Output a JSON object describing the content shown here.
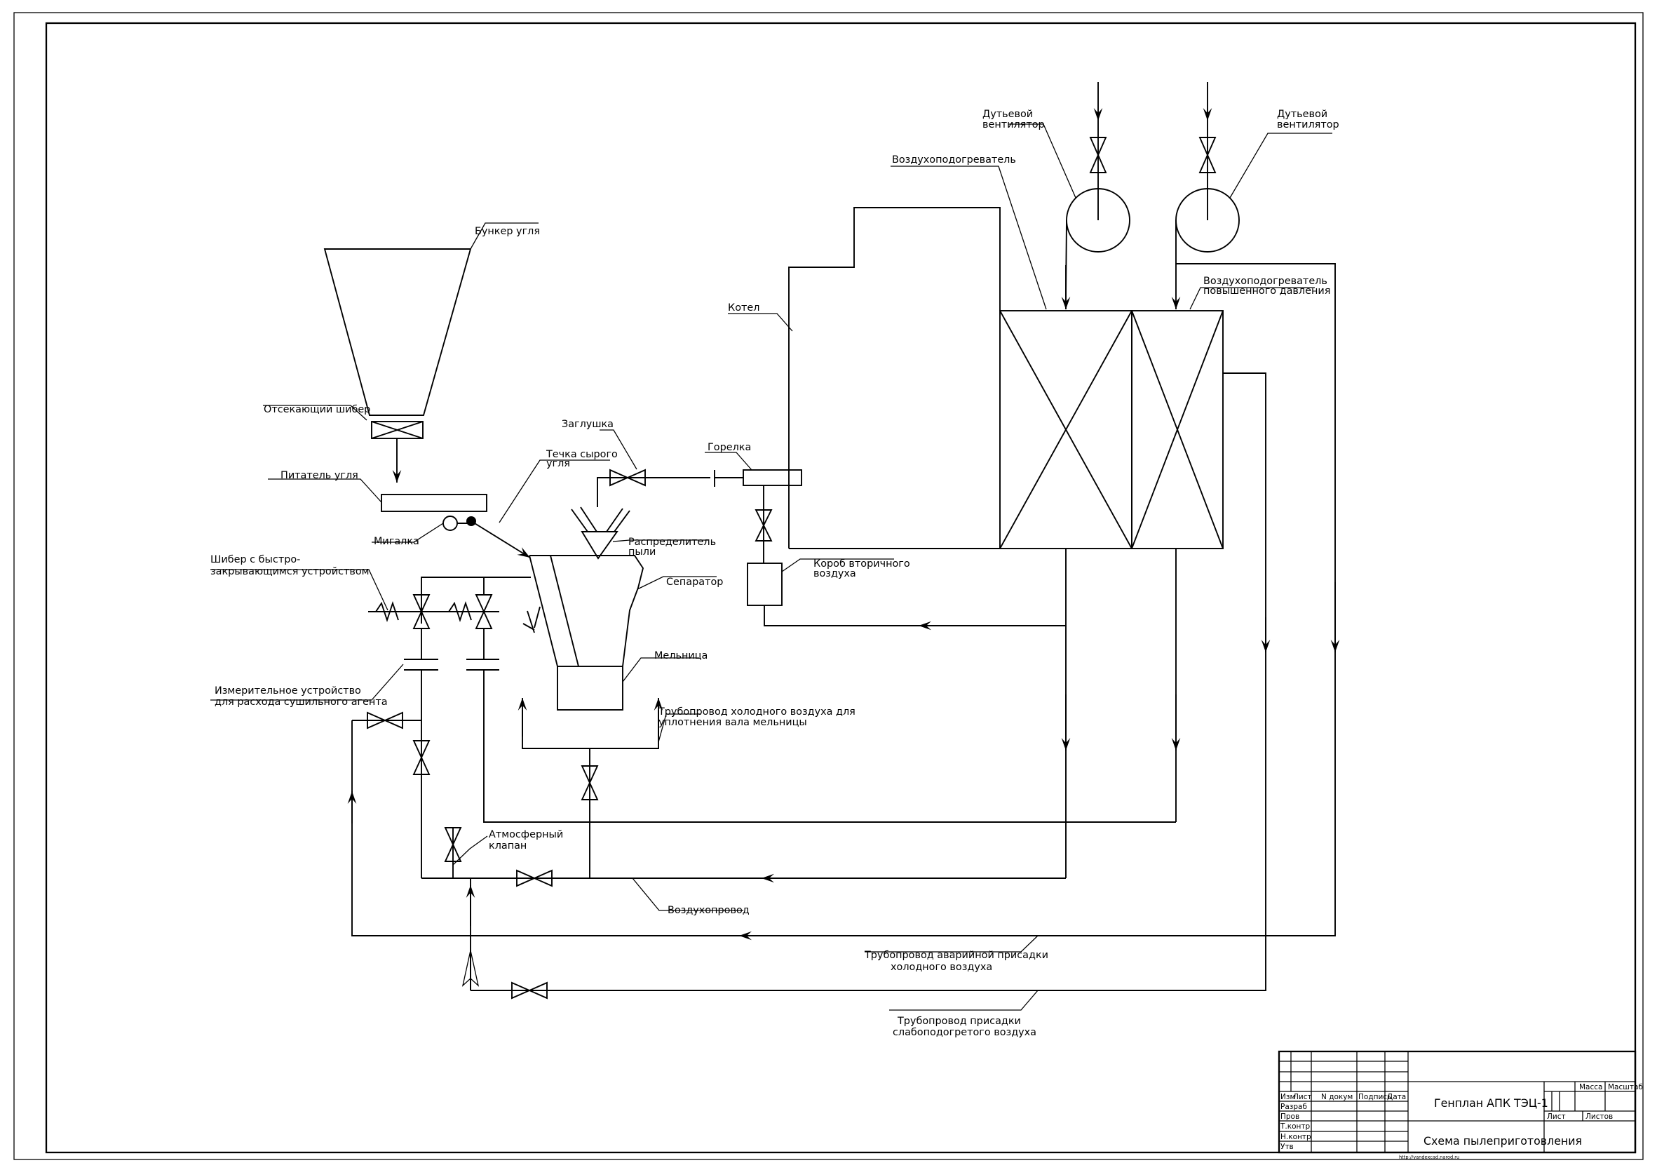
{
  "labels": {
    "coal_bunker": "Бункер угля",
    "cutoff_gate": "Отсекающий шибер",
    "coal_feeder": "Питатель угля",
    "flasher": "Мигалка",
    "fast_close_gate_1": "Шибер с быстро-",
    "fast_close_gate_2": "закрывающимся устройством",
    "raw_coal_chute_1": "Течка сырого",
    "raw_coal_chute_2": "угля",
    "plug": "Заглушка",
    "dust_distributor_1": "Распределитель",
    "dust_distributor_2": "пыли",
    "separator": "Сепаратор",
    "mill": "Мельница",
    "burner": "Горелка",
    "secondary_air_box_1": "Короб вторичного",
    "secondary_air_box_2": "воздуха",
    "boiler": "Котел",
    "air_heater": "Воздухоподогреватель",
    "fan_left_1": "Дутьевой",
    "fan_left_2": "вентилятор",
    "fan_right_1": "Дутьевой",
    "fan_right_2": "вентилятор",
    "hp_air_heater_1": "Воздухоподогреватель",
    "hp_air_heater_2": "повышенного давления",
    "flow_meter_1": "Измерительное устройство",
    "flow_meter_2": "для расхода сушильного агента",
    "cold_air_pipe_1": "Трубопровод холодного воздуха для",
    "cold_air_pipe_2": "уплотнения вала мельницы",
    "atm_valve_1": "Атмосферный",
    "atm_valve_2": "клапан",
    "air_duct": "Воздухопровод",
    "emergency_pipe_1": "Трубопровод аварийной присадки",
    "emergency_pipe_2": "холодного воздуха",
    "warm_air_pipe_1": "Трубопровод присадки",
    "warm_air_pipe_2": "слабоподогретого воздуха"
  },
  "title_block": {
    "headers": {
      "izm": "Изм",
      "list": "Лист",
      "doc": "N докум",
      "sign": "Подпись",
      "date": "Дата"
    },
    "roles": {
      "developed": "Разраб",
      "checked": "Пров",
      "t_control": "Т.контр",
      "n_control": "Н.контр",
      "approved": "Утв"
    },
    "title": "Генплан АПК ТЭЦ-1",
    "subtitle": "Схема пылеприготовления",
    "mass": "Масса",
    "scale": "Масштаб",
    "sheet": "Лист",
    "sheets": "Листов"
  },
  "footer_url": "http://yandexcad.narod.ru"
}
